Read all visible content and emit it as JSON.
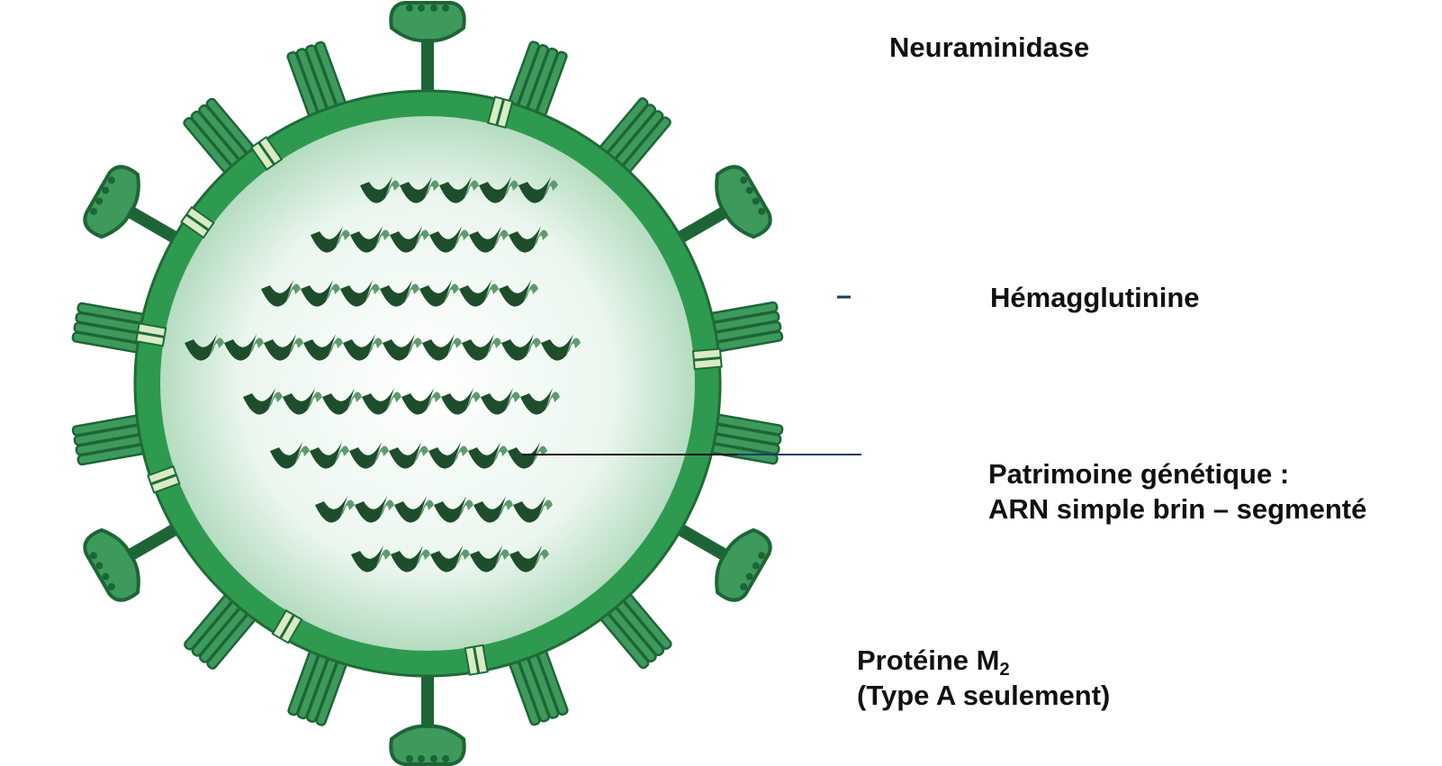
{
  "labels": {
    "neuraminidase": "Neuraminidase",
    "hemagglutinin": "Hémagglutinine",
    "genome_line1": "Patrimoine génétique :",
    "genome_line2": "ARN simple brin – segmenté",
    "m2_name": "Protéine M",
    "m2_subscript": "2",
    "m2_note": "(Type A seulement)"
  },
  "colors": {
    "envelope": "#2e9a4f",
    "envelope_edge": "#1f6b37",
    "spike_dark": "#1d6536",
    "spike_light": "#3d9a5c",
    "interior_light": "#eaf6ee",
    "interior_edge": "#b5dcc0",
    "ribbon_dark": "#1e4d2b",
    "ribbon_light": "#5d9b6d",
    "m2_channel": "#d8ebc6",
    "pointer_line": "#1a3a6a"
  }
}
